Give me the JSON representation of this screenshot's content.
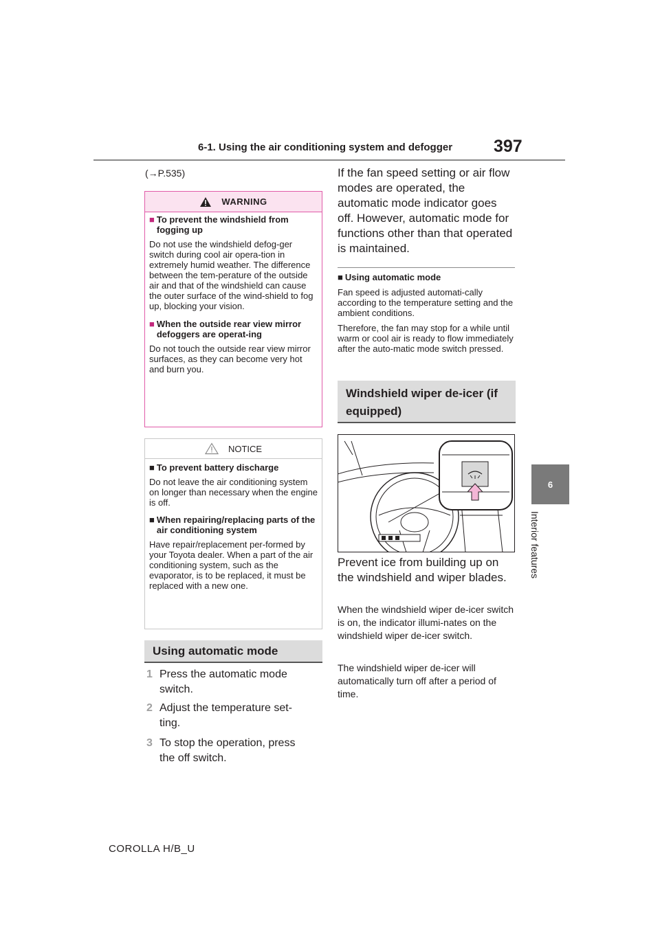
{
  "header": {
    "section_title": "6-1. Using the air conditioning system and defogger",
    "page_number": "397"
  },
  "side_tab": {
    "chapter_number": "6",
    "chapter_label": "Interior features"
  },
  "reference": "(→P.535)",
  "warning": {
    "title": "WARNING",
    "items": [
      {
        "heading": "To prevent the windshield from fogging up",
        "text": "Do not use the windshield defog-ger switch during cool air opera-tion in extremely humid weather. The difference between the tem-perature of the outside air and that of the windshield can cause the outer surface of the wind-shield to fog up, blocking your vision."
      },
      {
        "heading": "When the outside rear view mirror defoggers are operat-ing",
        "text": "Do not touch the outside rear view mirror surfaces, as they can become very hot and burn you."
      }
    ]
  },
  "notice": {
    "title": "NOTICE",
    "items": [
      {
        "heading": "To prevent battery discharge",
        "text": "Do not leave the air conditioning system on longer than necessary when the engine is off."
      },
      {
        "heading": "When repairing/replacing parts of the air conditioning system",
        "text": "Have repair/replacement per-formed by your Toyota dealer. When a part of the air conditioning system, such as the evaporator, is to be replaced, it must be replaced with a new one."
      }
    ]
  },
  "auto_mode": {
    "heading": "Using automatic mode",
    "steps": [
      {
        "num": "1",
        "text": "Press the automatic mode switch."
      },
      {
        "num": "2",
        "text": "Adjust the temperature set-ting."
      },
      {
        "num": "3",
        "text": "To stop the operation, press the off switch."
      }
    ],
    "note": "If the fan speed setting or air flow modes are operated, the automatic mode indicator goes off. However, automatic mode for functions other than that operated is maintained."
  },
  "auto_mode_info": {
    "heading": "Using automatic mode",
    "paragraphs": [
      "Fan speed is adjusted automati-cally according to the temperature setting and the ambient conditions.",
      "Therefore, the fan may stop for a while until warm or cool air is ready to flow immediately after the auto-matic mode switch pressed."
    ]
  },
  "wiper_deicer": {
    "heading": "Windshield wiper de-icer (if equipped)",
    "intro": "Prevent ice from building up on the windshield and wiper blades.",
    "paragraphs": [
      "When the windshield wiper de-icer switch is on, the indicator illumi-nates on the windshield wiper de-icer switch.",
      "The windshield wiper de-icer will automatically turn off after a period of time."
    ]
  },
  "footer": "COROLLA H/B_U",
  "colors": {
    "warning_accent": "#e05aa8",
    "warning_fill": "#fbe3f0",
    "arrow_fill": "#f4b6d6"
  }
}
